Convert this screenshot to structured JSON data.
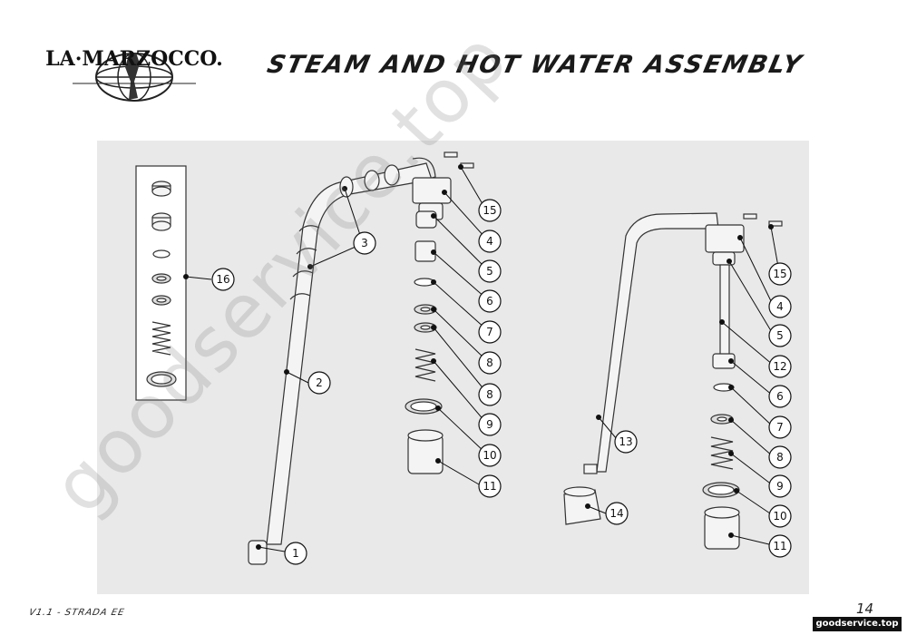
{
  "header": {
    "brand": "LA·MARZOCCO.",
    "title": "STEAM AND HOT WATER ASSEMBLY"
  },
  "footer": {
    "version": "V1.1 - STRADA EE",
    "page_number": "14",
    "site_badge": "goodservice.top"
  },
  "watermark": "goodservice.top",
  "callouts": {
    "c1": "1",
    "c2": "2",
    "c3": "3",
    "c4a": "4",
    "c5a": "5",
    "c6a": "6",
    "c7a": "7",
    "c8a": "8",
    "c8b": "8",
    "c9a": "9",
    "c10a": "10",
    "c11a": "11",
    "c15a": "15",
    "c16": "16",
    "c4b": "4",
    "c5b": "5",
    "c6b": "6",
    "c7b": "7",
    "c8c": "8",
    "c9b": "9",
    "c10b": "10",
    "c11b": "11",
    "c12": "12",
    "c13": "13",
    "c14": "14",
    "c15b": "15"
  },
  "colors": {
    "panel": "#e9e9e9",
    "part_fill": "#f4f4f4",
    "part_stroke": "#333333",
    "text": "#111111"
  }
}
